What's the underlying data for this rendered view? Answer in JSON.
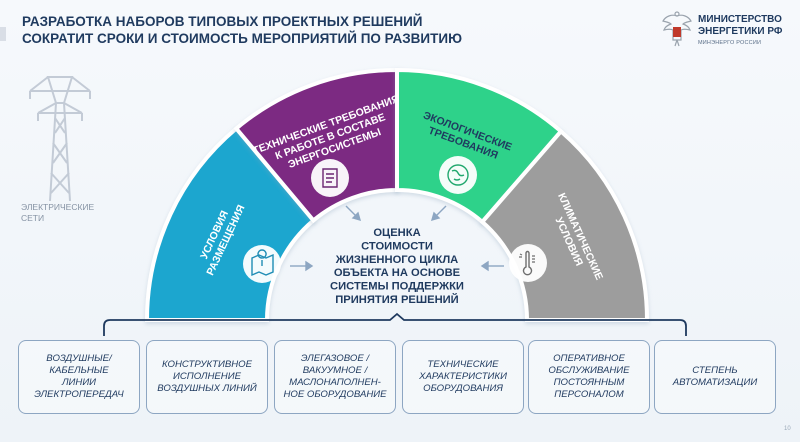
{
  "title": {
    "line1": "РАЗРАБОТКА НАБОРОВ ТИПОВЫХ ПРОЕКТНЫХ РЕШЕНИЙ",
    "line2": "СОКРАТИТ СРОКИ И СТОИМОСТЬ МЕРОПРИЯТИЙ ПО РАЗВИТИЮ"
  },
  "ministry": {
    "line1": "МИНИСТЕРСТВО",
    "line2": "ЭНЕРГЕТИКИ РФ",
    "sub": "МИНЭНЕРГО РОССИИ"
  },
  "tower_label": {
    "line1": "ЭЛЕКТРИЧЕСКИЕ",
    "line2": "СЕТИ"
  },
  "segments": [
    {
      "id": "placement",
      "lines": [
        "УСЛОВИЯ",
        "РАЗМЕЩЕНИЯ"
      ],
      "color": "#1fa6cf",
      "icon": "map-pin-icon"
    },
    {
      "id": "technical",
      "lines": [
        "ТЕХНИЧЕСКИЕ ТРЕБОВАНИЯ",
        "К РАБОТЕ В СОСТАВЕ",
        "ЭНЕРГОСИСТЕМЫ"
      ],
      "color": "#7b2a82",
      "icon": "document-scroll-icon"
    },
    {
      "id": "ecology",
      "lines": [
        "ЭКОЛОГИЧЕСКИЕ",
        "ТРЕБОВАНИЯ"
      ],
      "color": "#2fd28a",
      "icon": "globe-leaf-icon"
    },
    {
      "id": "climate",
      "lines": [
        "КЛИМАТИЧЕСКИЕ",
        "УСЛОВИЯ"
      ],
      "color": "#9d9d9d",
      "icon": "thermometer-icon"
    }
  ],
  "center": {
    "lines": [
      "ОЦЕНКА",
      "СТОИМОСТИ",
      "ЖИЗНЕННОГО ЦИКЛА",
      "ОБЪЕКТА НА ОСНОВЕ",
      "СИСТЕМЫ ПОДДЕРЖКИ",
      "ПРИНЯТИЯ РЕШЕНИЙ"
    ]
  },
  "boxes": [
    {
      "lines": [
        "ВОЗДУШНЫЕ/",
        "КАБЕЛЬНЫЕ",
        "ЛИНИИ",
        "ЭЛЕКТРОПЕРЕДАЧ"
      ]
    },
    {
      "lines": [
        "КОНСТРУКТИВНОЕ",
        "ИСПОЛНЕНИЕ",
        "ВОЗДУШНЫХ ЛИНИЙ"
      ]
    },
    {
      "lines": [
        "ЭЛЕГАЗОВОЕ /",
        "ВАКУУМНОЕ /",
        "МАСЛОНАПОЛНЕН-",
        "НОЕ ОБОРУДОВАНИЕ"
      ]
    },
    {
      "lines": [
        "ТЕХНИЧЕСКИЕ",
        "ХАРАКТЕРИСТИКИ",
        "ОБОРУДОВАНИЯ"
      ]
    },
    {
      "lines": [
        "ОПЕРАТИВНОЕ",
        "ОБСЛУЖИВАНИЕ",
        "ПОСТОЯННЫМ",
        "ПЕРСОНАЛОМ"
      ]
    },
    {
      "lines": [
        "СТЕПЕНЬ",
        "АВТОМАТИЗАЦИИ"
      ]
    }
  ],
  "page_number": "10"
}
